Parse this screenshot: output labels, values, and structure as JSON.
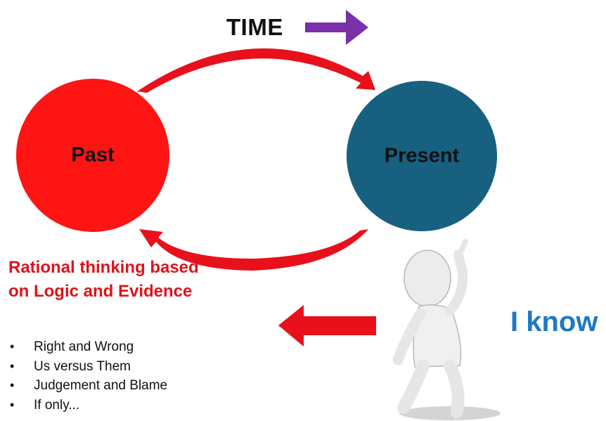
{
  "diagram": {
    "title": "TIME",
    "nodes": [
      {
        "id": "past",
        "label": "Past",
        "color": "#ff1414"
      },
      {
        "id": "present",
        "label": "Present",
        "color": "#17607f"
      }
    ],
    "flows": [
      {
        "from": "past",
        "to": "present",
        "color": "#e8101a"
      },
      {
        "from": "present",
        "to": "past",
        "color": "#e8101a"
      }
    ],
    "time_arrow_color": "#7b2fa8",
    "left_arrow_color": "#e8101a"
  },
  "text": {
    "heading": "Rational thinking based on Logic and Evidence",
    "heading_color": "#e0121a",
    "bullets": [
      "Right and Wrong",
      "Us versus Them",
      "Judgement and Blame",
      "If only..."
    ],
    "i_know": "I know",
    "i_know_color": "#1f78c4"
  },
  "figure": {
    "icon": "stick-figure-pointing-up-icon"
  }
}
